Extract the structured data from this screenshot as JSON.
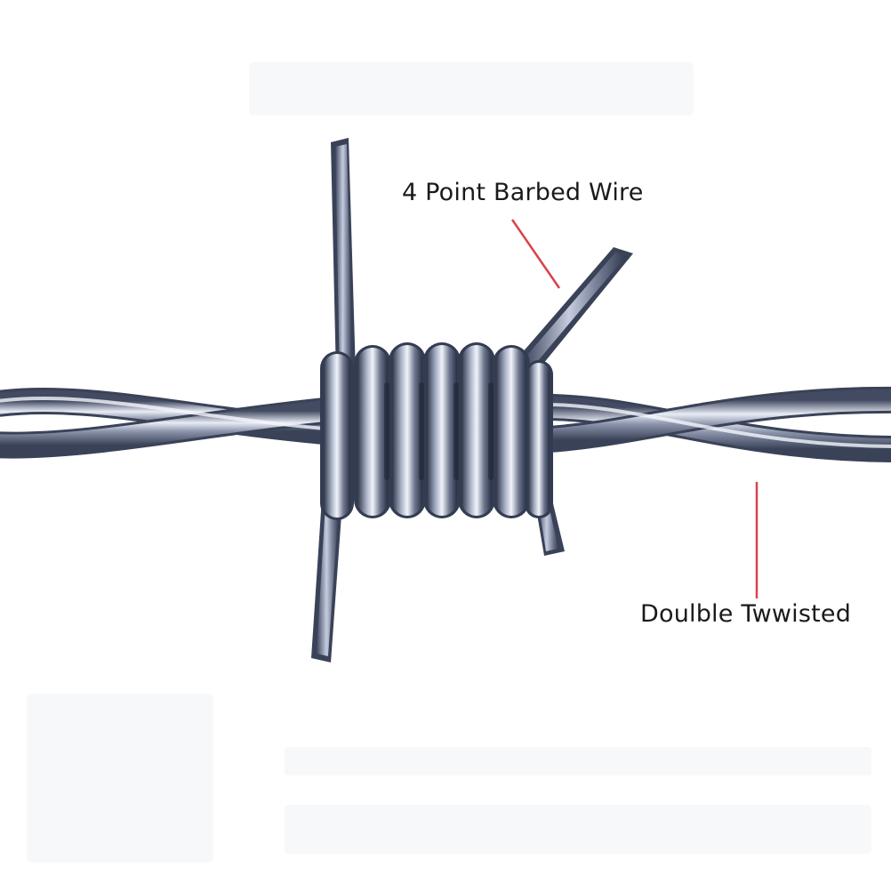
{
  "labels": {
    "barbed": "4 Point Barbed Wire",
    "twisted": "Doulble Twwisted"
  },
  "colors": {
    "background": "#ffffff",
    "wire_dark": "#3a4258",
    "wire_mid": "#7d869e",
    "wire_light": "#e4e8f2",
    "leader_line": "#d9424a",
    "label_text": "#1a1a1a"
  },
  "icons": [
    "barbed-wire-photo"
  ]
}
